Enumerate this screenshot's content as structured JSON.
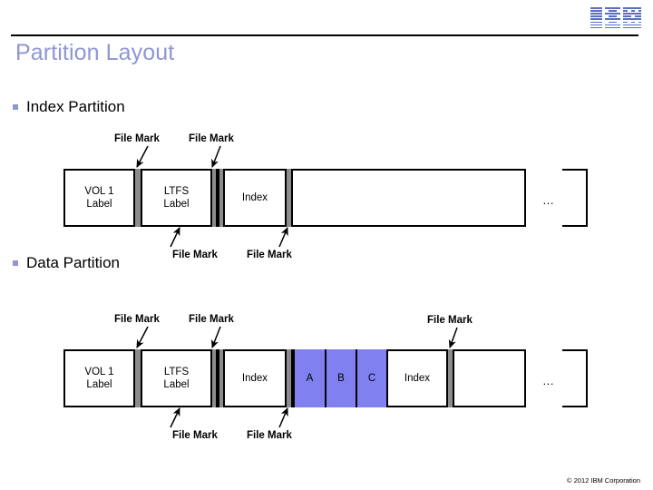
{
  "header": {
    "logo": "ibm-logo",
    "title": "Partition Layout"
  },
  "sections": [
    {
      "bullet_label": "Index Partition"
    },
    {
      "bullet_label": "Data Partition"
    }
  ],
  "index_partition": {
    "segments": [
      {
        "kind": "data",
        "label": "VOL 1\nLabel"
      },
      {
        "kind": "filemark",
        "label": ""
      },
      {
        "kind": "data",
        "label": "LTFS\nLabel"
      },
      {
        "kind": "filemark",
        "label": ""
      },
      {
        "kind": "filemark",
        "label": ""
      },
      {
        "kind": "data",
        "label": "Index"
      },
      {
        "kind": "filemark",
        "label": ""
      },
      {
        "kind": "data",
        "label": ""
      }
    ],
    "ellipsis": "…",
    "callouts_top": [
      "File Mark",
      "File Mark"
    ],
    "callouts_bottom": [
      "File Mark",
      "File Mark"
    ]
  },
  "data_partition": {
    "segments": [
      {
        "kind": "data",
        "label": "VOL 1\nLabel"
      },
      {
        "kind": "filemark",
        "label": ""
      },
      {
        "kind": "data",
        "label": "LTFS\nLabel"
      },
      {
        "kind": "filemark",
        "label": ""
      },
      {
        "kind": "filemark",
        "label": ""
      },
      {
        "kind": "data",
        "label": "Index"
      },
      {
        "kind": "filemark",
        "label": ""
      },
      {
        "kind": "block",
        "label": "A"
      },
      {
        "kind": "block",
        "label": "B"
      },
      {
        "kind": "block",
        "label": "C"
      },
      {
        "kind": "data",
        "label": "Index"
      },
      {
        "kind": "filemark",
        "label": ""
      },
      {
        "kind": "data",
        "label": ""
      }
    ],
    "ellipsis": "…",
    "callouts_top": [
      "File Mark",
      "File Mark",
      "File Mark"
    ],
    "callouts_bottom": [
      "File Mark",
      "File Mark"
    ]
  },
  "footer": {
    "copyright": "© 2012 IBM Corporation"
  },
  "colors": {
    "title": "#8e96d4",
    "bullet": "#8f97cf",
    "block_fill": "#8080f0",
    "filemark_fill": "#8c8c8c",
    "logo": "#5b6fc0"
  }
}
